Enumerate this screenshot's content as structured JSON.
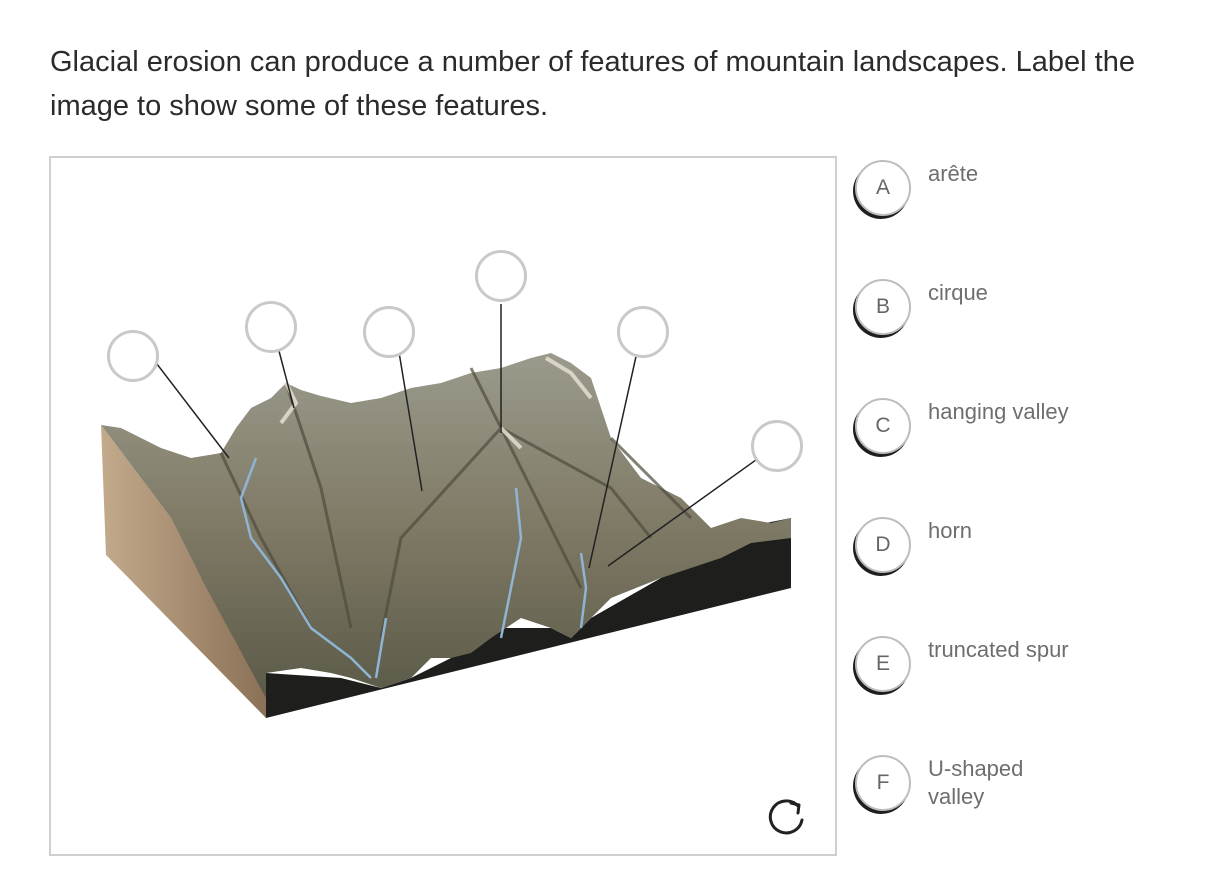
{
  "question": {
    "text": "Glacial erosion can produce a number of features of mountain landscapes. Label the image to show some of these features."
  },
  "image": {
    "description_icon": "glacial-landscape-block-diagram",
    "drop_targets": [
      "",
      "",
      "",
      "",
      "",
      ""
    ]
  },
  "options": [
    {
      "letter": "A",
      "label": "arête"
    },
    {
      "letter": "B",
      "label": "cirque"
    },
    {
      "letter": "C",
      "label": "hanging valley"
    },
    {
      "letter": "D",
      "label": "horn"
    },
    {
      "letter": "E",
      "label": "truncated spur"
    },
    {
      "letter": "F",
      "label": "U-shaped valley"
    }
  ],
  "reset_icon": "reset-icon",
  "colors": {
    "target_border": "#c9c9c9",
    "badge_shadow": "#1e1e1e",
    "label_text": "#6e6e6e"
  }
}
